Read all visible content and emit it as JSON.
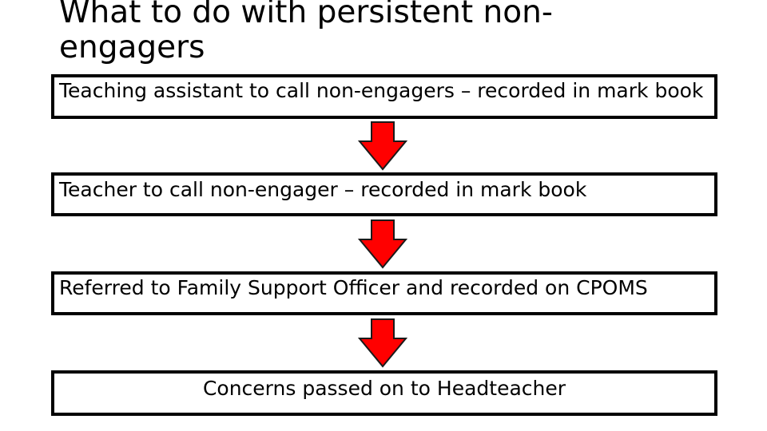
{
  "title": "What to do with persistent non-engagers",
  "steps": [
    {
      "text": "Teaching assistant to call non-engagers – recorded in mark book"
    },
    {
      "text": "Teacher to call non-engager – recorded in mark book"
    },
    {
      "text": "Referred to Family Support Officer and recorded on CPOMS"
    },
    {
      "text": "Concerns passed on to Headteacher"
    }
  ],
  "colors": {
    "arrow_fill": "#ff0000",
    "arrow_stroke": "#1a1a1a",
    "box_border": "#000000"
  }
}
